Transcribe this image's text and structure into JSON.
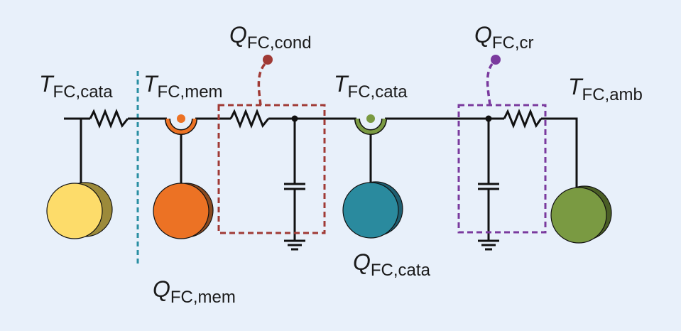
{
  "labels": {
    "t_cata_left": {
      "main": "T",
      "sub": "FC,cata"
    },
    "t_mem": {
      "main": "T",
      "sub": "FC,mem"
    },
    "q_cond": {
      "main": "Q",
      "sub": "FC,cond"
    },
    "t_cata_right": {
      "main": "T",
      "sub": "FC,cata"
    },
    "q_cr": {
      "main": "Q",
      "sub": "FC,cr"
    },
    "t_amb": {
      "main": "T",
      "sub": "FC,amb"
    },
    "q_cata": {
      "main": "Q",
      "sub": "FC,cata"
    },
    "q_mem": {
      "main": "Q",
      "sub": "FC,mem"
    }
  },
  "colors": {
    "background": "#e8f0fa",
    "wire": "#111111",
    "catalyst_left": "#fddc6a",
    "membrane": "#ec7224",
    "catalyst_right": "#2a8a9e",
    "ambient": "#7a9a42",
    "cond_box": "#a03a35",
    "cr_box": "#7a3a9e",
    "divider": "#2a8fa3"
  }
}
